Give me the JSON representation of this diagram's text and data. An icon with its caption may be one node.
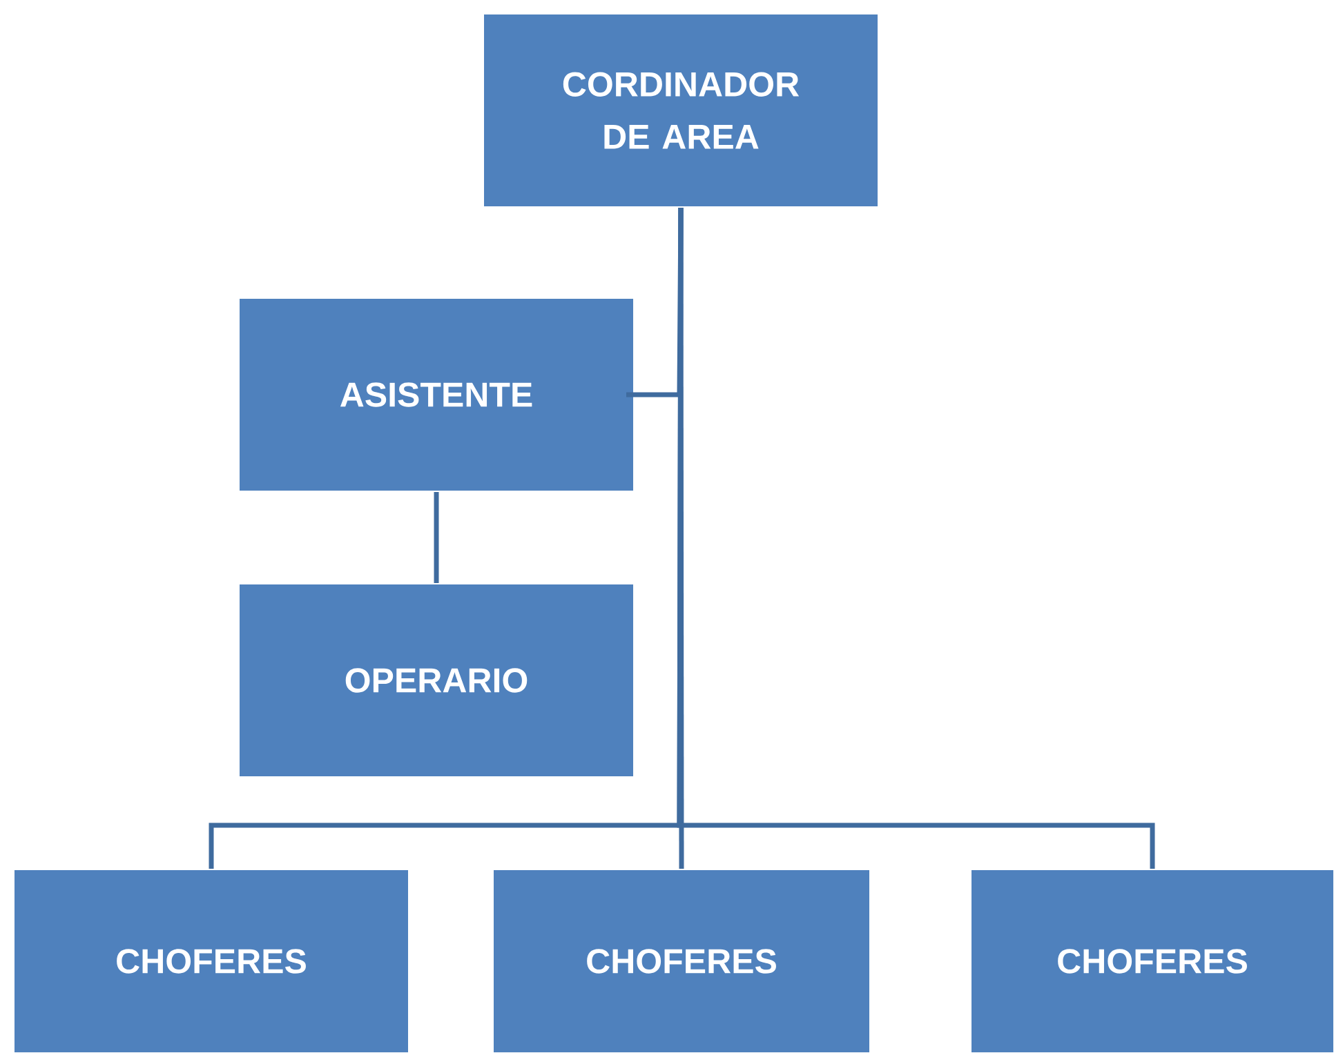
{
  "diagram": {
    "nodes": [
      {
        "text": [
          "CORDINADOR DE AREA"
        ]
      },
      {
        "text": [
          "ASISTENTE"
        ]
      },
      {
        "text": [
          "OPERARIO"
        ]
      },
      {
        "text": [
          "CHOFERES"
        ]
      },
      {
        "text": [
          "CHOFERES"
        ]
      },
      {
        "text": [
          "CHOFERES"
        ]
      }
    ],
    "edges": [
      {
        "from": 0,
        "to": 1,
        "arrow": "none"
      },
      {
        "from": 1,
        "to": 2,
        "arrow": "none"
      },
      {
        "from": 0,
        "to": 3,
        "arrow": "none"
      },
      {
        "from": 0,
        "to": 4,
        "arrow": "none"
      },
      {
        "from": 0,
        "to": 5,
        "arrow": "none"
      }
    ]
  }
}
